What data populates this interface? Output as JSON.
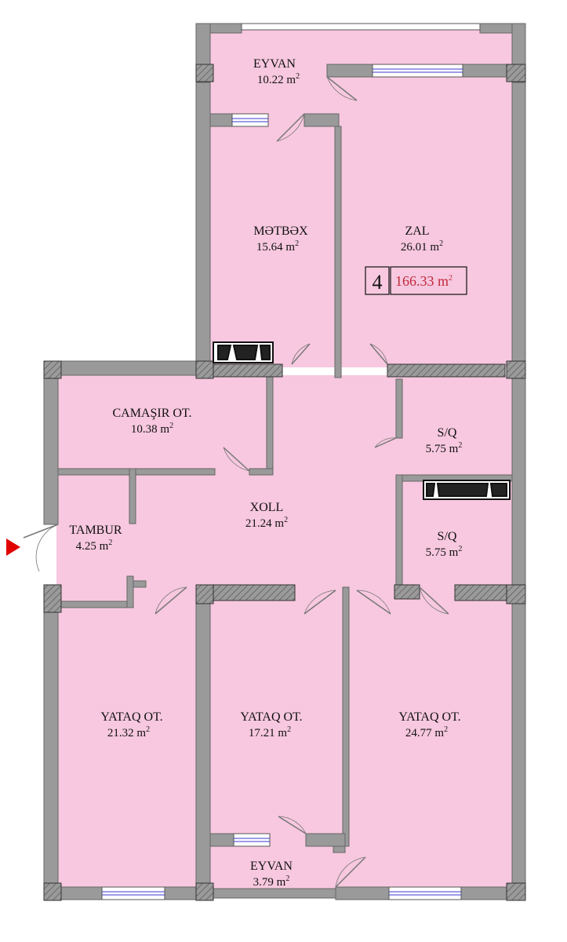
{
  "colors": {
    "floor": "#f7c8df",
    "wall": "#9a9a9a",
    "wall_dark": "#707070",
    "total_text": "#c0283a",
    "entrance_marker": "#e00000"
  },
  "unit": {
    "number": "4",
    "total_area": "166.33 m",
    "unit_sup": "2"
  },
  "rooms": {
    "eyvan_top": {
      "name": "EYVAN",
      "area": "10.22 m"
    },
    "metbex": {
      "name": "MƏTBƏX",
      "area": "15.64 m"
    },
    "zal": {
      "name": "ZAL",
      "area": "26.01 m"
    },
    "camasir": {
      "name": "CAMAŞIR OT.",
      "area": "10.38 m"
    },
    "sq1": {
      "name": "S/Q",
      "area": "5.75 m"
    },
    "xoll": {
      "name": "XOLL",
      "area": "21.24 m"
    },
    "tambur": {
      "name": "TAMBUR",
      "area": "4.25 m"
    },
    "sq2": {
      "name": "S/Q",
      "area": "5.75 m"
    },
    "yataq1": {
      "name": "YATAQ OT.",
      "area": "21.32 m"
    },
    "yataq2": {
      "name": "YATAQ OT.",
      "area": "17.21 m"
    },
    "yataq3": {
      "name": "YATAQ OT.",
      "area": "24.77 m"
    },
    "eyvan_bottom": {
      "name": "EYVAN",
      "area": "3.79 m"
    }
  },
  "icons": {
    "entrance": "entrance-arrow-icon",
    "door": "door-swing-icon",
    "window": "window-icon",
    "shaft": "ventilation-shaft-icon"
  }
}
